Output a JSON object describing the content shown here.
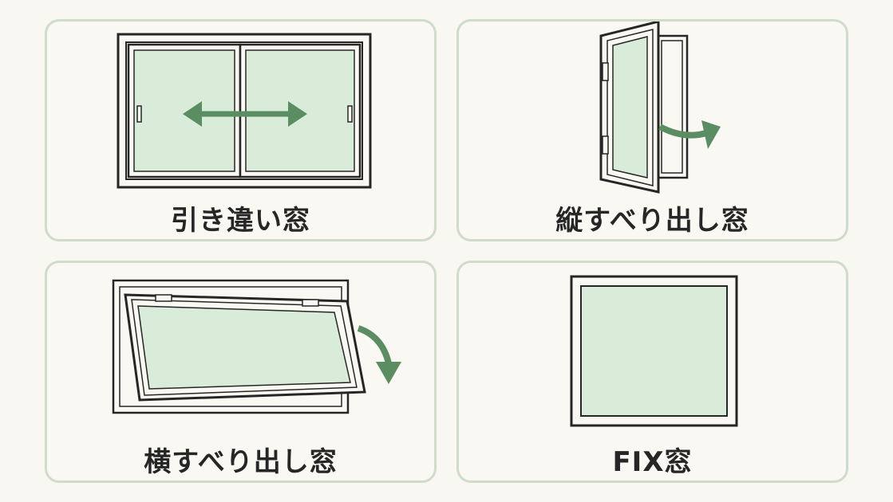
{
  "colors": {
    "background": "#f9f7f1",
    "card_border": "#cfdcca",
    "glass": "#d9ebd9",
    "frame_stroke": "#262626",
    "arrow": "#5a8d62",
    "label_text": "#262626"
  },
  "cards": [
    {
      "id": "sliding",
      "label": "引き違い窓",
      "icon": "sliding-window-icon"
    },
    {
      "id": "casement",
      "label": "縦すべり出し窓",
      "icon": "casement-window-icon"
    },
    {
      "id": "awning",
      "label": "横すべり出し窓",
      "icon": "awning-window-icon"
    },
    {
      "id": "fix",
      "label": "FIX窓",
      "icon": "fixed-window-icon"
    }
  ]
}
